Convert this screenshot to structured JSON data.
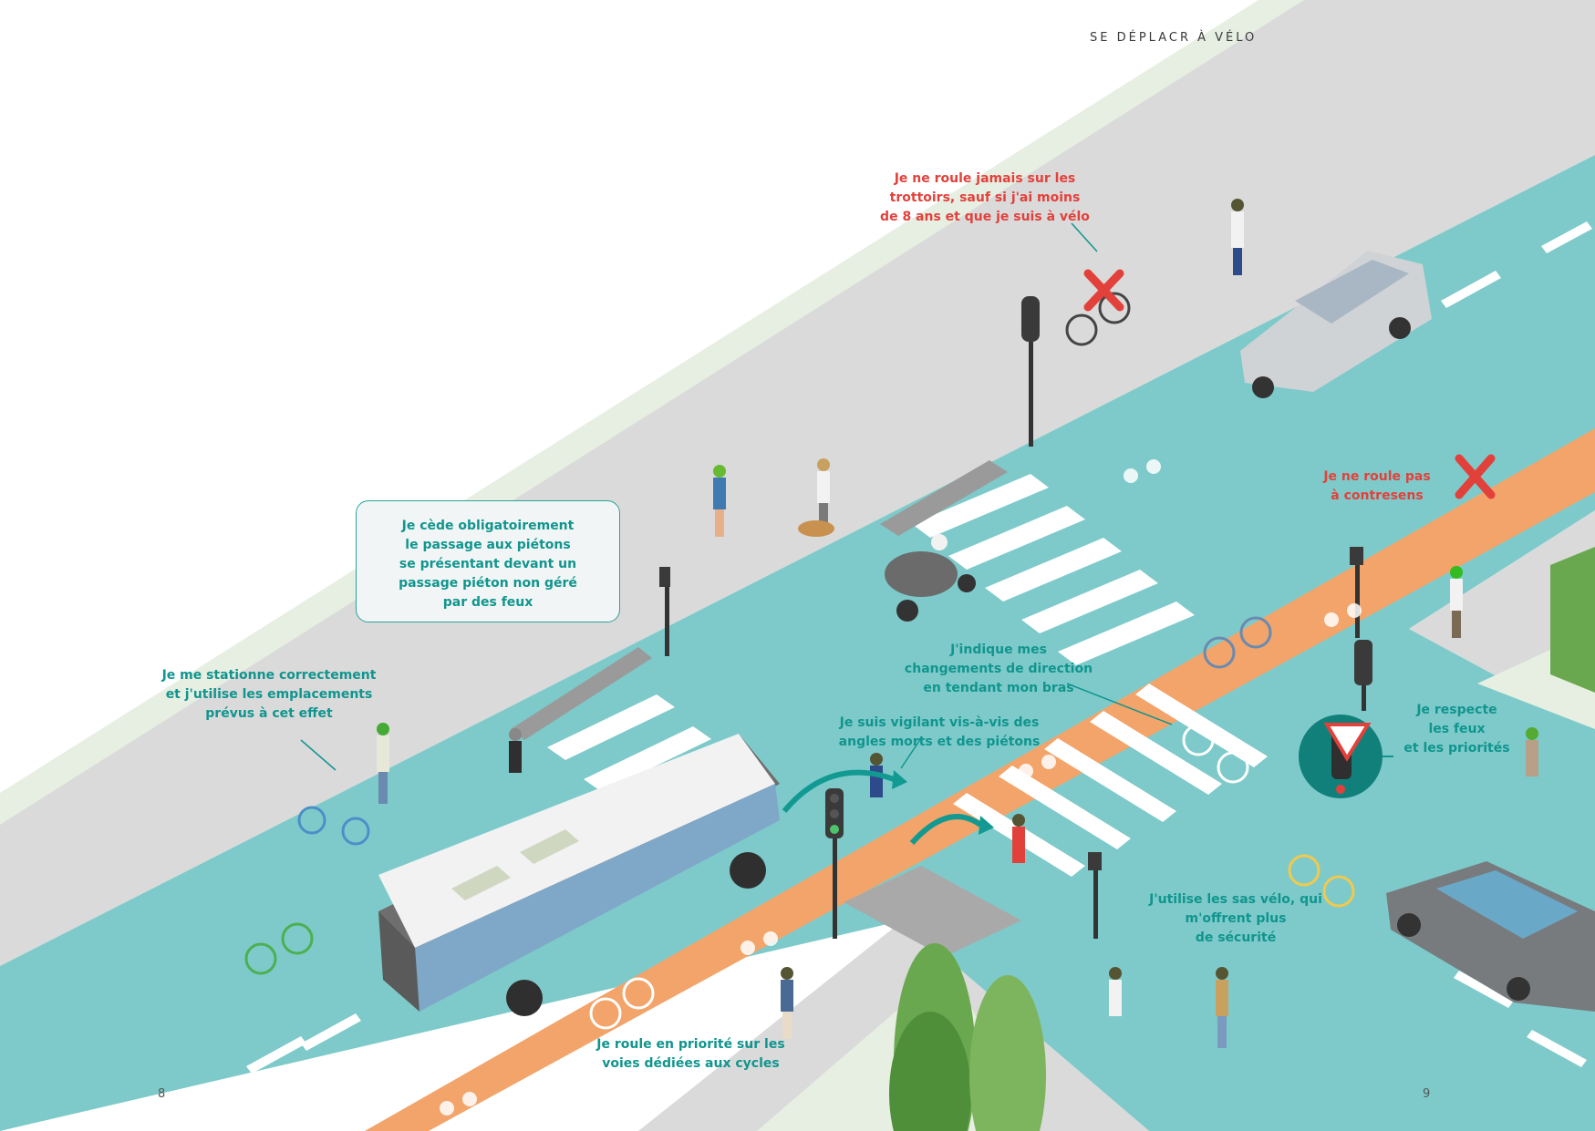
{
  "header": "SE DÉPLACR À VÉLO",
  "page_left": "8",
  "page_right": "9",
  "captions": {
    "sidewalk": [
      "Je ne roule jamais sur les",
      "trottoirs, sauf si j'ai moins",
      "de 8 ans et que je suis à vélo"
    ],
    "contresens": [
      "Je ne roule pas",
      "à contresens"
    ],
    "pietons": [
      "Je cède obligatoirement",
      "le passage aux piétons",
      "se présentant devant un",
      "passage piéton non géré",
      "par des feux"
    ],
    "stationne": [
      "Je me stationne correctement",
      "et j'utilise les emplacements",
      "prévus à cet effet"
    ],
    "direction": [
      "J'indique mes",
      "changements de direction",
      "en tendant mon bras"
    ],
    "vigilant": [
      "Je suis vigilant vis-à-vis des",
      "angles morts et des piétons"
    ],
    "feux": [
      "Je respecte",
      "les feux",
      "et les priorités"
    ],
    "sas": [
      "J'utilise les sas vélo, qui",
      "m'offrent plus",
      "de sécurité"
    ],
    "priorite": [
      "Je roule en priorité sur les",
      "voies dédiées aux cycles"
    ]
  },
  "colors": {
    "teal_text": "#10958e",
    "red_text": "#e2413b",
    "road": "#7ecaca",
    "sidewalk": "#dadada",
    "cycle_lane": "#f2a46a",
    "grass": "#e6efe2"
  },
  "icons": [
    "cross-icon",
    "bicycle-icon",
    "traffic-light-icon",
    "yield-sign-icon",
    "arrow-icon"
  ]
}
